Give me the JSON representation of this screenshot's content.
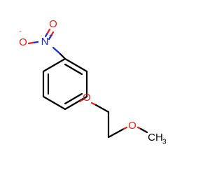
{
  "colors": {
    "oxygen": "#e0211b",
    "nitrogen": "#1b2cc8",
    "carbon": "#000000"
  },
  "atoms": {
    "nitro_oxygen_left": {
      "symbol": "O",
      "charge": "-"
    },
    "nitro_oxygen_top": {
      "symbol": "O"
    },
    "nitro_nitrogen": {
      "symbol": "N",
      "charge": "+"
    },
    "ether_oxygen": {
      "symbol": "O"
    },
    "methoxy_oxygen": {
      "symbol": "O"
    },
    "methyl": {
      "symbol": "CH",
      "subscript": "3"
    }
  }
}
